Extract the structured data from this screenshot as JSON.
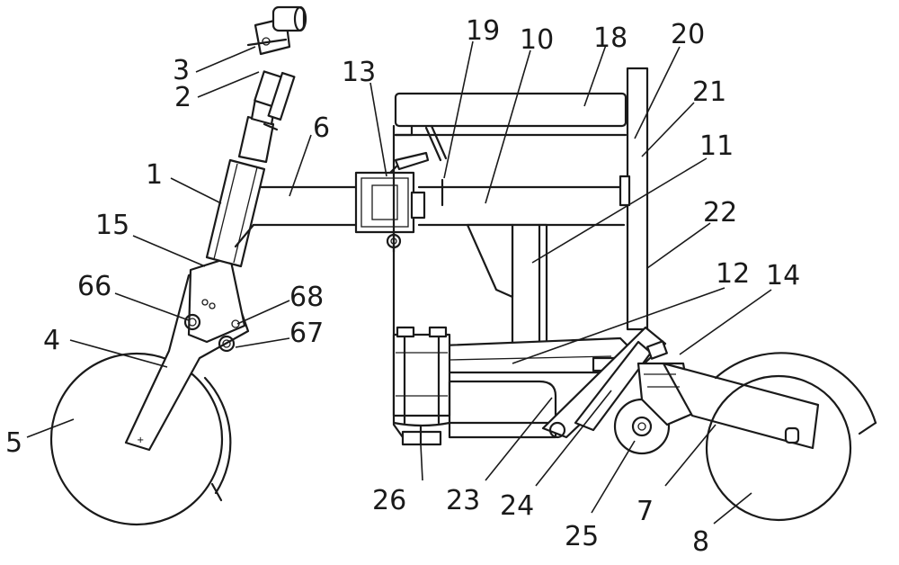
{
  "labels": [
    {
      "id": "1",
      "text": "1"
    },
    {
      "id": "2",
      "text": "2"
    },
    {
      "id": "3",
      "text": "3"
    },
    {
      "id": "4",
      "text": "4"
    },
    {
      "id": "5",
      "text": "5"
    },
    {
      "id": "6",
      "text": "6"
    },
    {
      "id": "7",
      "text": "7"
    },
    {
      "id": "8",
      "text": "8"
    },
    {
      "id": "10",
      "text": "10"
    },
    {
      "id": "11",
      "text": "11"
    },
    {
      "id": "12",
      "text": "12"
    },
    {
      "id": "13",
      "text": "13"
    },
    {
      "id": "14",
      "text": "14"
    },
    {
      "id": "15",
      "text": "15"
    },
    {
      "id": "18",
      "text": "18"
    },
    {
      "id": "19",
      "text": "19"
    },
    {
      "id": "20",
      "text": "20"
    },
    {
      "id": "21",
      "text": "21"
    },
    {
      "id": "22",
      "text": "22"
    },
    {
      "id": "23",
      "text": "23"
    },
    {
      "id": "24",
      "text": "24"
    },
    {
      "id": "25",
      "text": "25"
    },
    {
      "id": "26",
      "text": "26"
    },
    {
      "id": "66",
      "text": "66"
    },
    {
      "id": "67",
      "text": "67"
    },
    {
      "id": "68",
      "text": "68"
    }
  ]
}
